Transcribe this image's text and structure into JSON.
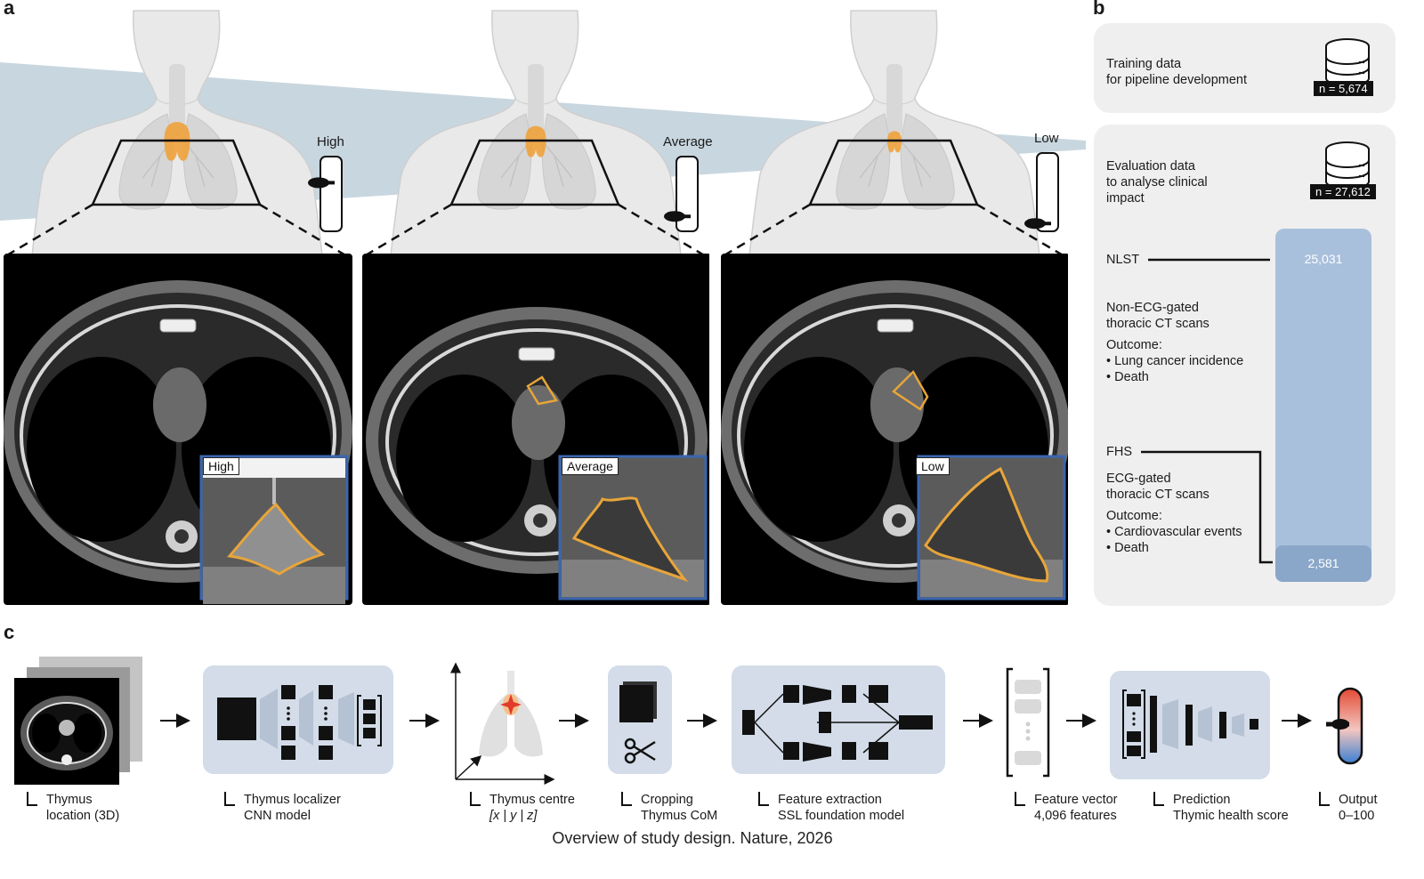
{
  "panel_labels": {
    "a": "a",
    "b": "b",
    "c": "c"
  },
  "levels": [
    {
      "label": "High",
      "gauge_level": 0.65
    },
    {
      "label": "Average",
      "gauge_level": 0.2
    },
    {
      "label": "Low",
      "gauge_level": 0.1
    }
  ],
  "insets": [
    "High",
    "Average",
    "Low"
  ],
  "panel_b": {
    "training": {
      "text_line1": "Training data",
      "text_line2": "for pipeline development",
      "n": "n = 5,674"
    },
    "evaluation": {
      "text_line1": "Evaluation data",
      "text_line2": "to analyse clinical",
      "text_line3": "impact",
      "n": "n = 27,612"
    },
    "nlst": {
      "name": "NLST",
      "value": "25,031",
      "desc1": "Non-ECG-gated",
      "desc2": "thoracic CT scans",
      "outcome_title": "Outcome:",
      "outcomes": [
        "• Lung cancer incidence",
        "• Death"
      ]
    },
    "fhs": {
      "name": "FHS",
      "value": "2,581",
      "desc1": "ECG-gated",
      "desc2": "thoracic CT scans",
      "outcome_title": "Outcome:",
      "outcomes": [
        "• Cardiovascular events",
        "• Death"
      ]
    }
  },
  "pipeline": [
    {
      "line1": "Thymus",
      "line2": "location (3D)"
    },
    {
      "line1": "Thymus localizer",
      "line2": "CNN model"
    },
    {
      "line1": "Thymus centre",
      "line2": "[x | y | z]"
    },
    {
      "line1": "Cropping",
      "line2": "Thymus CoM"
    },
    {
      "line1": "Feature extraction",
      "line2": "SSL foundation model"
    },
    {
      "line1": "Feature vector",
      "line2": "4,096 features"
    },
    {
      "line1": "Prediction",
      "line2": "Thymic health score"
    },
    {
      "line1": "Output",
      "line2": "0–100"
    }
  ],
  "caption": "Overview of study design. Nature, 2026",
  "colors": {
    "thymus": "#f0a23c",
    "contour": "#e8a53a",
    "inset_border": "#3a66b0",
    "wedge": "#c8d6df",
    "bar": "#a9c0dc",
    "pill": "#d3dce8",
    "gauge_top": "#e34a33",
    "gauge_bottom": "#3b7fd1"
  }
}
